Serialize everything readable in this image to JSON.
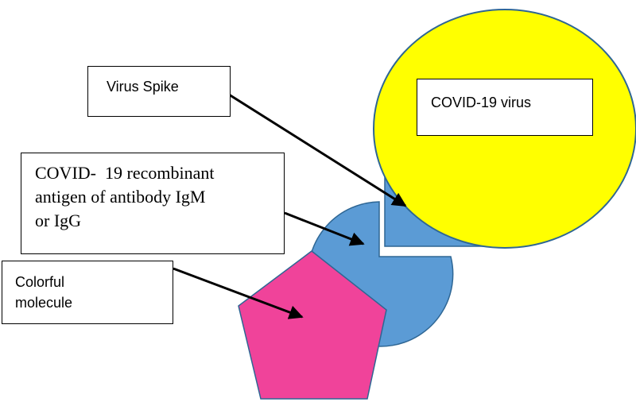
{
  "labels": {
    "virus_spike": "Virus Spike",
    "covid_virus": "COVID-19 virus",
    "antigen_line1": "COVID-  19 recombinant",
    "antigen_line2": "antigen of antibody IgM",
    "antigen_line3": "or IgG",
    "molecule_line1": "Colorful",
    "molecule_line2": "molecule"
  },
  "colors": {
    "virus_fill": "#ffff00",
    "spike_fill": "#5b9bd5",
    "antigen_fill": "#5b9bd5",
    "molecule_fill": "#f0439a",
    "outline": "#2e6694",
    "arrow": "#000000"
  }
}
